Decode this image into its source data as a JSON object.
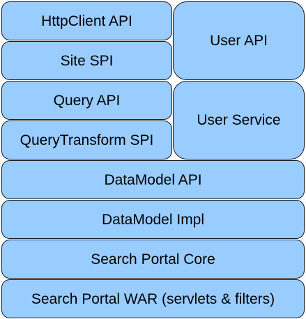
{
  "colors": {
    "block_fill": "#99ccff",
    "block_border": "#1a1a1a",
    "text": "#000000"
  },
  "blocks": {
    "httpclient_api": "HttpClient API",
    "site_spi": "Site SPI",
    "query_api": "Query API",
    "querytransform_spi": "QueryTransform SPI",
    "user_api": "User API",
    "user_service": "User Service",
    "datamodel_api": "DataModel API",
    "datamodel_impl": "DataModel Impl",
    "search_portal_core": "Search Portal Core",
    "search_portal_war": "Search Portal WAR (servlets & filters)"
  }
}
